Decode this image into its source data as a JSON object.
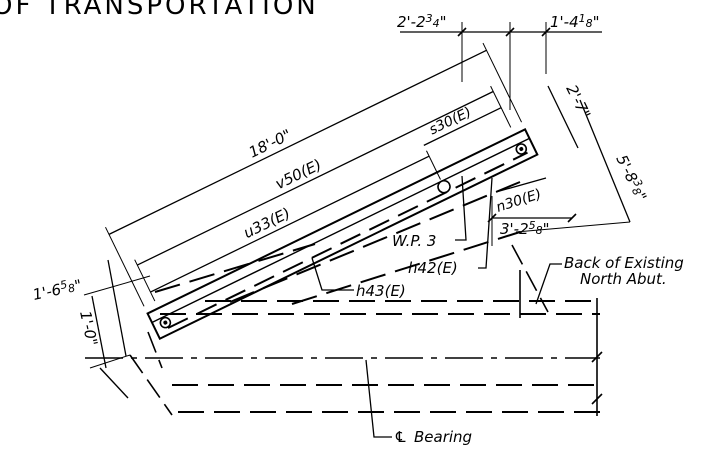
{
  "title": "OF TRANSPORTATION",
  "dimensions": {
    "length_total": "18'-0\"",
    "top_left": "2'-2",
    "top_left_frac": "3",
    "top_left_den": "4",
    "top_left_end": "\"",
    "top_right": "1'-4",
    "top_right_frac": "1",
    "top_right_den": "8",
    "top_right_end": "\"",
    "right_vertical_1": "2'-7\"",
    "right_vertical_2": "5'-8",
    "right_vertical_2_frac": "3",
    "right_vertical_2_den": "8",
    "right_vertical_2_end": "\"",
    "mid_right": "3'-2",
    "mid_right_frac": "5",
    "mid_right_den": "8",
    "mid_right_end": "\"",
    "left_1": "1'-6",
    "left_1_frac": "5",
    "left_1_den": "8",
    "left_1_end": "\"",
    "left_2": "1'-0\""
  },
  "labels": {
    "v50": "v50(E)",
    "u33": "u33(E)",
    "s30": "s30(E)",
    "n30": "n30(E)",
    "wp3": "W.P. 3",
    "h42": "h42(E)",
    "h43": "h43(E)",
    "back_of_existing": "Back of Existing",
    "north_abut": "North Abut.",
    "bearing": "Bearing",
    "centerline_symbol": "℄"
  }
}
